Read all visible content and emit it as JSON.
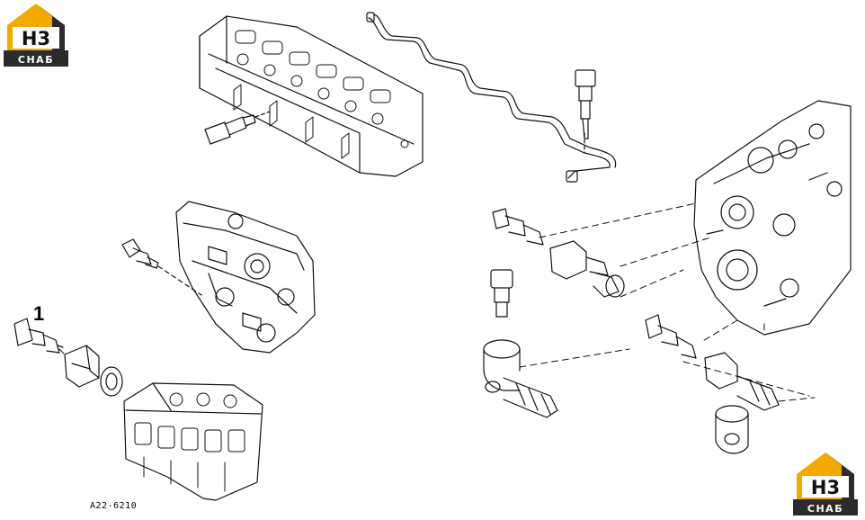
{
  "brand": {
    "logo_letters": "Н3",
    "logo_caption": "СНАБ",
    "colors": {
      "gold": "#f2a900",
      "dark": "#2b2b2b"
    }
  },
  "callouts": [
    {
      "label": "1"
    }
  ],
  "figure_code": "A22-6210"
}
